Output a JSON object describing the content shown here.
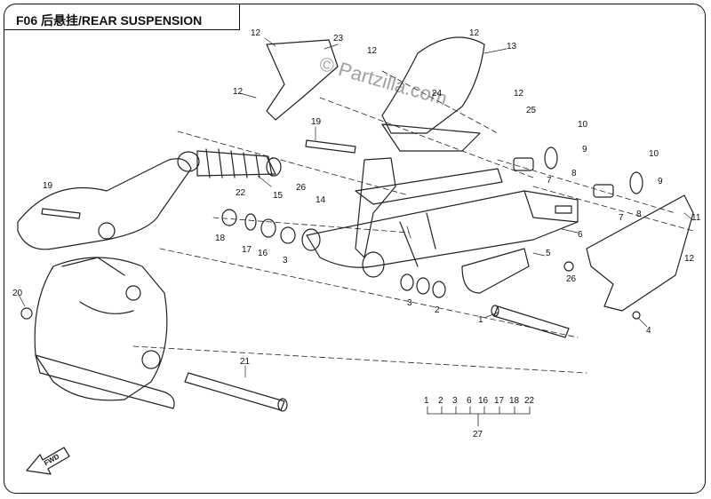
{
  "title": "F06 后悬挂/REAR SUSPENSION",
  "watermark": "© Partzilla.com",
  "direction_label": "FWD",
  "kit_members": [
    "1",
    "2",
    "3",
    "6",
    "16",
    "17",
    "18",
    "22"
  ],
  "kit_number": "27",
  "callouts": [
    {
      "id": "c-12a",
      "text": "12"
    },
    {
      "id": "c-23",
      "text": "23"
    },
    {
      "id": "c-12b",
      "text": "12"
    },
    {
      "id": "c-12c",
      "text": "12"
    },
    {
      "id": "c-13",
      "text": "13"
    },
    {
      "id": "c-12d",
      "text": "12"
    },
    {
      "id": "c-24",
      "text": "24"
    },
    {
      "id": "c-12e",
      "text": "12"
    },
    {
      "id": "c-25",
      "text": "25"
    },
    {
      "id": "c-19a",
      "text": "19"
    },
    {
      "id": "c-10a",
      "text": "10"
    },
    {
      "id": "c-9a",
      "text": "9"
    },
    {
      "id": "c-8a",
      "text": "8"
    },
    {
      "id": "c-10b",
      "text": "10"
    },
    {
      "id": "c-9b",
      "text": "9"
    },
    {
      "id": "c-7a",
      "text": "7"
    },
    {
      "id": "c-7b",
      "text": "7"
    },
    {
      "id": "c-8b",
      "text": "8"
    },
    {
      "id": "c-11",
      "text": "11"
    },
    {
      "id": "c-15",
      "text": "15"
    },
    {
      "id": "c-26a",
      "text": "26"
    },
    {
      "id": "c-14",
      "text": "14"
    },
    {
      "id": "c-19b",
      "text": "19"
    },
    {
      "id": "c-22",
      "text": "22"
    },
    {
      "id": "c-18",
      "text": "18"
    },
    {
      "id": "c-17",
      "text": "17"
    },
    {
      "id": "c-16",
      "text": "16"
    },
    {
      "id": "c-3a",
      "text": "3"
    },
    {
      "id": "c-6",
      "text": "6"
    },
    {
      "id": "c-5",
      "text": "5"
    },
    {
      "id": "c-12f",
      "text": "12"
    },
    {
      "id": "c-26b",
      "text": "26"
    },
    {
      "id": "c-3b",
      "text": "3"
    },
    {
      "id": "c-2",
      "text": "2"
    },
    {
      "id": "c-1",
      "text": "1"
    },
    {
      "id": "c-4",
      "text": "4"
    },
    {
      "id": "c-20",
      "text": "20"
    },
    {
      "id": "c-21",
      "text": "21"
    }
  ]
}
